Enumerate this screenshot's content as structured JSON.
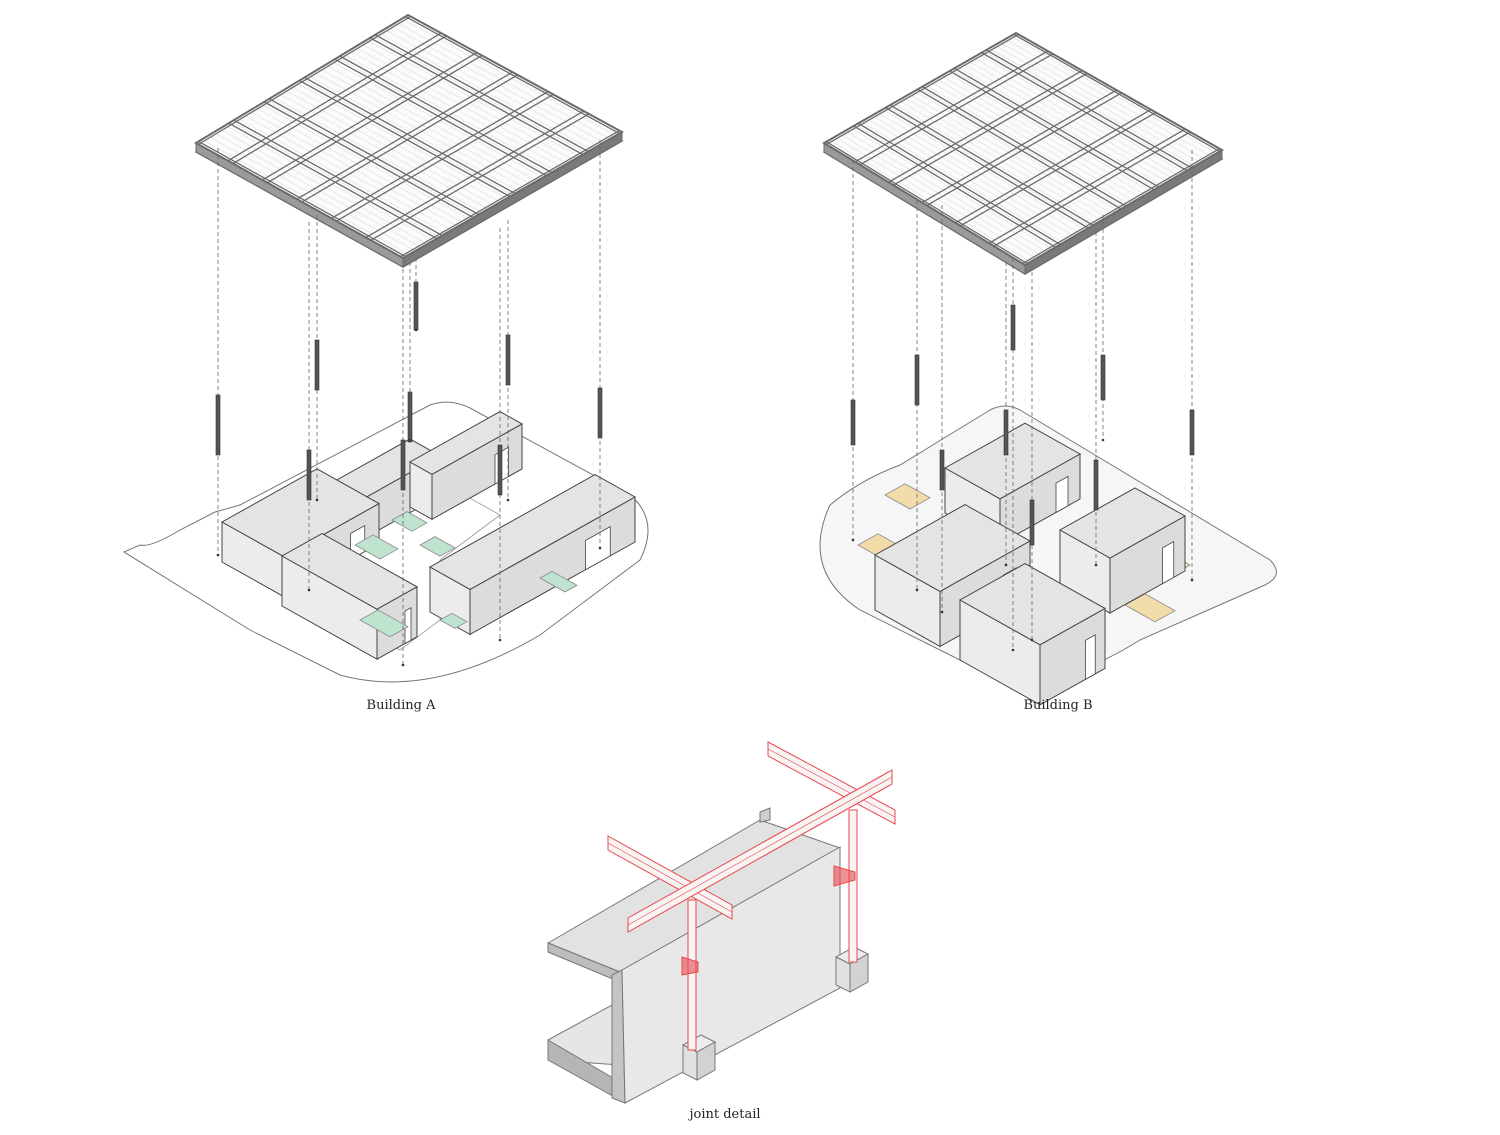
{
  "captions": {
    "building_a": "Building A",
    "building_b": "Building B",
    "joint_detail": "joint detail"
  },
  "colors": {
    "line": "#555555",
    "roof_frame": "#6b6b6b",
    "building_fill": "#e4e4e4",
    "courtyard_accent_a": "#bfe3cf",
    "courtyard_accent_b": "#f2dcaa",
    "steel_red": "#e8474f"
  }
}
